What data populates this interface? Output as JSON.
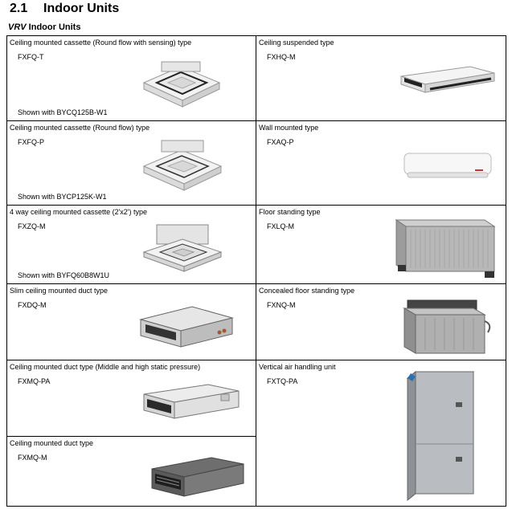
{
  "heading": {
    "number": "2.1",
    "title": "Indoor Units"
  },
  "subheading": {
    "brand": "VRV",
    "text": " Indoor Units"
  },
  "units": [
    {
      "title": "Ceiling mounted cassette (Round flow with sensing) type",
      "model": "FXFQ-T",
      "caption": "Shown with BYCQ125B-W1",
      "icon": "round-flow-sensing-cassette-image"
    },
    {
      "title": "Ceiling suspended type",
      "model": "FXHQ-M",
      "caption": "",
      "icon": "ceiling-suspended-unit-image"
    },
    {
      "title": "Ceiling mounted cassette (Round flow) type",
      "model": "FXFQ-P",
      "caption": "Shown with BYCP125K-W1",
      "icon": "round-flow-cassette-image"
    },
    {
      "title": "Wall mounted type",
      "model": "FXAQ-P",
      "caption": "",
      "icon": "wall-mounted-unit-image"
    },
    {
      "title": "4 way ceiling mounted cassette (2'x2') type",
      "model": "FXZQ-M",
      "caption": "Shown with BYFQ60B8W1U",
      "icon": "four-way-cassette-image"
    },
    {
      "title": "Floor standing type",
      "model": "FXLQ-M",
      "caption": "",
      "icon": "floor-standing-unit-image"
    },
    {
      "title": "Slim ceiling mounted duct type",
      "model": "FXDQ-M",
      "caption": "",
      "icon": "slim-duct-unit-image"
    },
    {
      "title": "Concealed floor standing type",
      "model": "FXNQ-M",
      "caption": "",
      "icon": "concealed-floor-unit-image"
    },
    {
      "title": "Ceiling mounted duct type (Middle and high static pressure)",
      "model": "FXMQ-PA",
      "caption": "",
      "icon": "ducted-unit-pa-image"
    },
    {
      "title": "Vertical air handling unit",
      "model": "FXTQ-PA",
      "caption": "",
      "icon": "vertical-ahu-image"
    },
    {
      "title": "Ceiling mounted duct type",
      "model": "FXMQ-M",
      "caption": "",
      "icon": "ducted-unit-m-image"
    }
  ]
}
